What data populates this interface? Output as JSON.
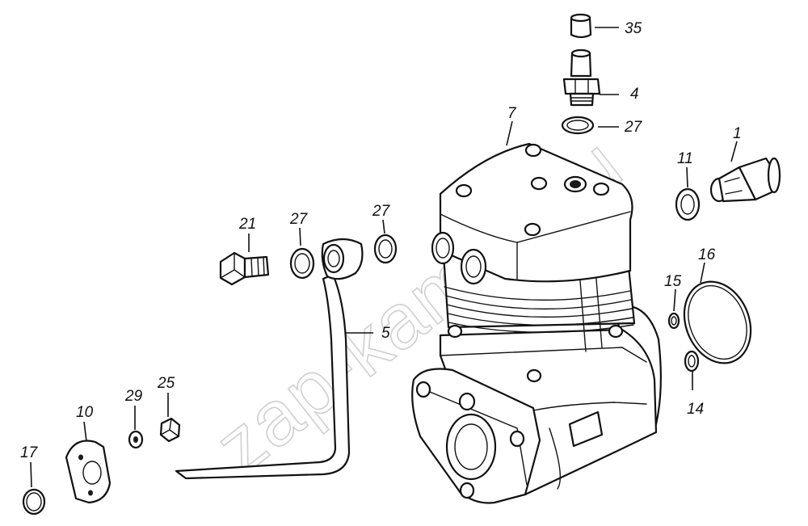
{
  "watermark": "zap-kamaz.ru",
  "callouts": {
    "c35": "35",
    "c4": "4",
    "c27a": "27",
    "c7": "7",
    "c1": "1",
    "c11": "11",
    "c21": "21",
    "c27b": "27",
    "c27c": "27",
    "c16": "16",
    "c15": "15",
    "c5": "5",
    "c14": "14",
    "c29": "29",
    "c25": "25",
    "c10": "10",
    "c17": "17"
  }
}
